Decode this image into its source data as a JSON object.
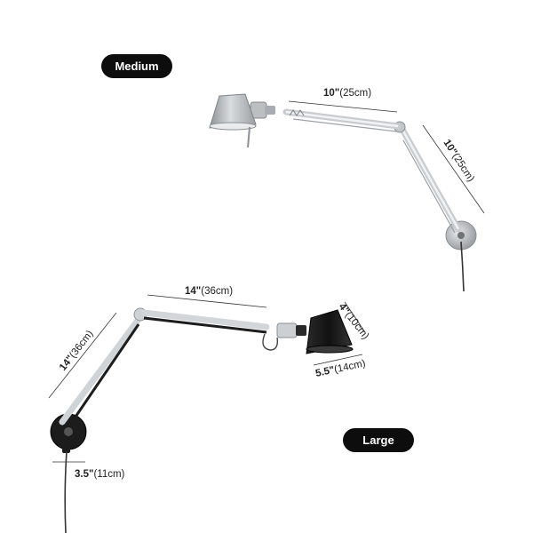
{
  "labels": {
    "medium": "Medium",
    "large": "Large"
  },
  "medium": {
    "arm1_in": "10\"",
    "arm1_cm": "(25cm)",
    "arm2_in": "10\"",
    "arm2_cm": "(25cm)"
  },
  "large": {
    "arm_top_in": "14\"",
    "arm_top_cm": "(36cm)",
    "arm_side_in": "14\"",
    "arm_side_cm": "(36cm)",
    "shade_h_in": "4\"",
    "shade_h_cm": "(10cm)",
    "shade_w_in": "5.5\"",
    "shade_w_cm": "(14cm)",
    "base_in": "3.5\"",
    "base_cm": "(11cm)"
  },
  "colors": {
    "pill_bg": "#0d0d0d",
    "silver": "#b8bcc0",
    "black_finish": "#1a1a1a"
  }
}
